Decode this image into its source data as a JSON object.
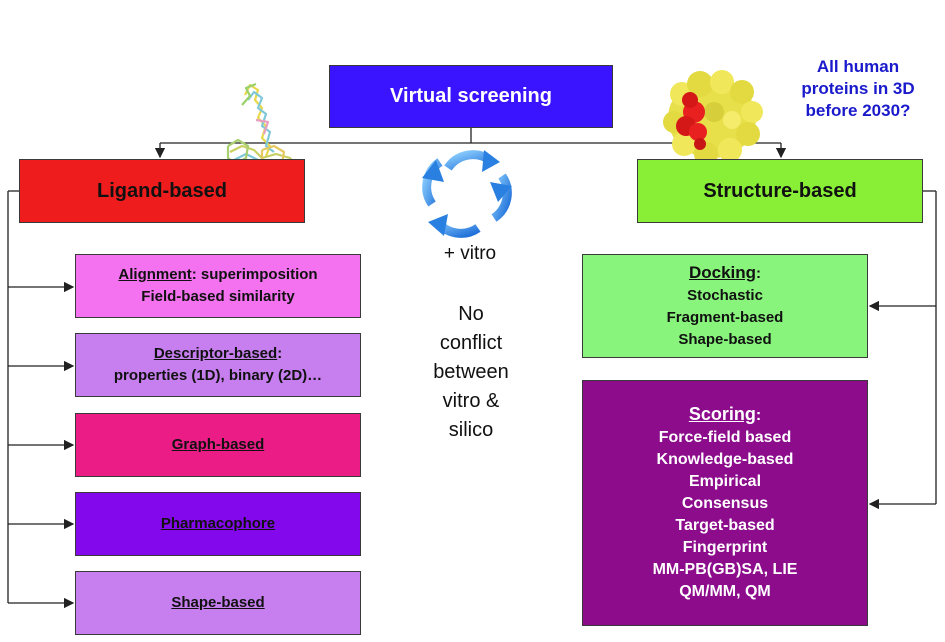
{
  "top": {
    "title": "Virtual screening"
  },
  "left_branch": {
    "title": "Ligand-based"
  },
  "right_branch": {
    "title": "Structure-based"
  },
  "question": [
    "All human",
    "proteins in 3D",
    "before 2030?"
  ],
  "center": {
    "vitro": "+ vitro",
    "note": [
      "No",
      "conflict",
      "between",
      "vitro &",
      "silico"
    ]
  },
  "ligand_boxes": [
    {
      "head": "Alignment",
      "head_rest": ": superimposition",
      "line2": "Field-based similarity",
      "color": "#f472f0"
    },
    {
      "head": "Descriptor-based",
      "head_rest": ":",
      "line2": "properties (1D), binary (2D)…",
      "color": "#c77ff0"
    },
    {
      "head": "Graph-based",
      "color": "#ec1c86"
    },
    {
      "head": "Pharmacophore",
      "color": "#8408ec"
    },
    {
      "head": "Shape-based",
      "color": "#c77ff0"
    }
  ],
  "docking": {
    "head": "Docking",
    "colon": ":",
    "items": [
      "Stochastic",
      "Fragment-based",
      "Shape-based"
    ],
    "color": "#88f47c"
  },
  "scoring": {
    "head": "Scoring",
    "colon": ":",
    "items": [
      "Force-field based",
      "Knowledge-based",
      "Empirical",
      "Consensus",
      "Target-based",
      "Fingerprint",
      "MM-PB(GB)SA, LIE",
      "QM/MM, QM"
    ],
    "color": "#8c0c8c"
  },
  "icons": [
    "ligand-molecule-icon",
    "protein-structure-icon",
    "cycle-arrows-icon"
  ]
}
